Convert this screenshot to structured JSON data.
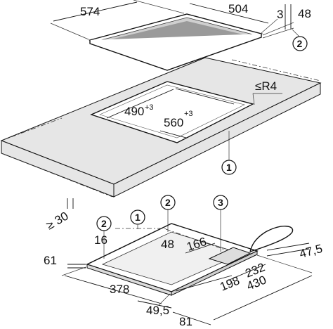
{
  "dimensions": {
    "hob_width": "574",
    "hob_depth": "504",
    "hob_thickness": "3",
    "hob_height": "48",
    "cutout_depth": "490",
    "cutout_depth_tol": "+3",
    "cutout_width": "560",
    "cutout_width_tol": "+3",
    "corner_radius": "≤R4",
    "min_worktop_thickness": "≥ 30",
    "left_inset": "16",
    "body_height": "48",
    "conn_offset": "166",
    "bottom_61": "61",
    "bottom_378": "378",
    "bottom_49_5": "49,5",
    "bottom_198": "198",
    "bottom_232": "232",
    "bottom_430": "430",
    "bottom_81": "81",
    "bottom_47_5": "47,5"
  },
  "callouts": {
    "c1": "1",
    "c2": "2",
    "c3": "3"
  }
}
